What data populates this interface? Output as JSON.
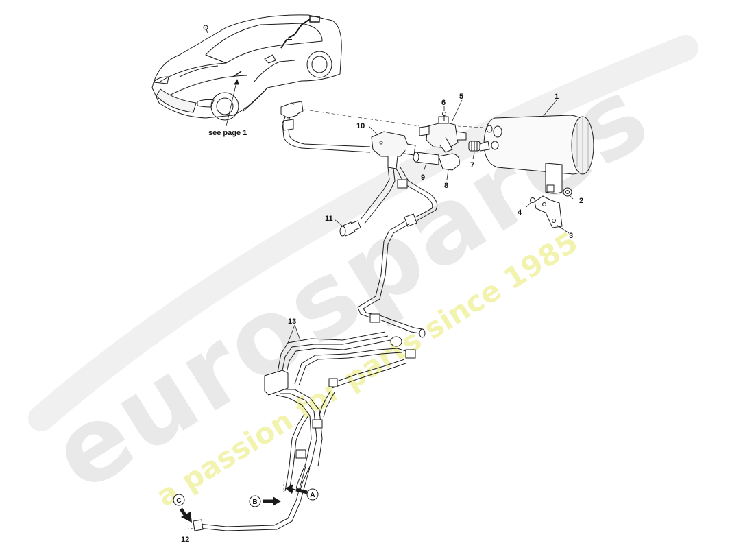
{
  "watermark": {
    "brand": "eurospares",
    "tagline": "a passion for parts since 1985"
  },
  "overview": {
    "caption": "see page 1"
  },
  "callouts": {
    "c1": "1",
    "c2": "2",
    "c3": "3",
    "c4": "4",
    "c5": "5",
    "c6": "6",
    "c7": "7",
    "c8": "8",
    "c9": "9",
    "c10": "10",
    "c11": "11",
    "c12": "12",
    "c13": "13"
  },
  "refs": {
    "a": "A",
    "b": "B",
    "c": "C"
  },
  "colors": {
    "line": "#1a1a1a",
    "watermark_grey": "#e9e9e9",
    "watermark_yellow": "#f3f3b0"
  }
}
